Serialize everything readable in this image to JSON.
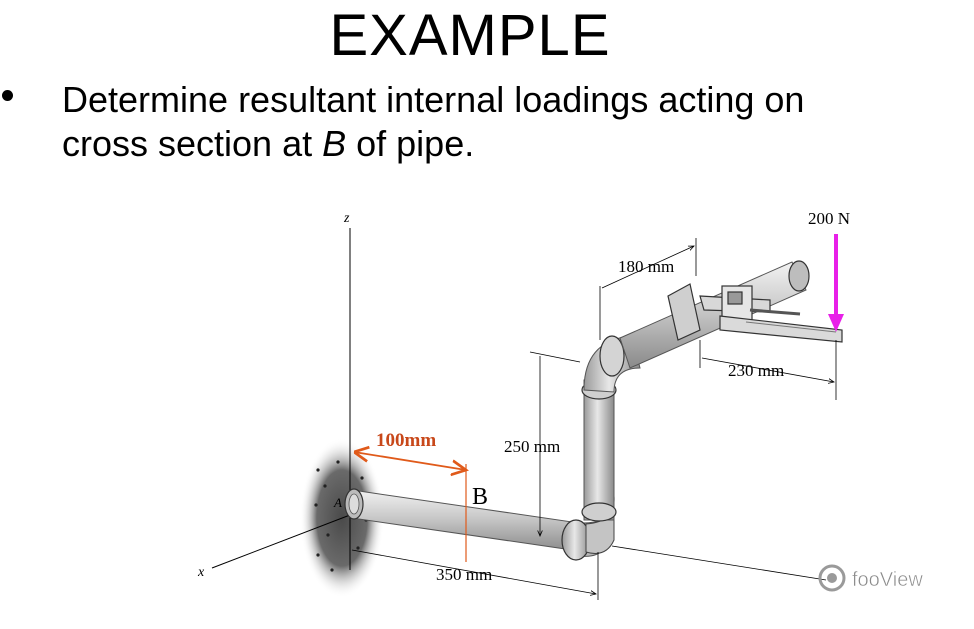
{
  "slide": {
    "title": "EXAMPLE",
    "bullet": {
      "line1": "Determine resultant internal loadings acting on",
      "line2_prefix": "cross section at ",
      "line2_italic": "B",
      "line2_suffix": " of pipe."
    }
  },
  "figure": {
    "axis_z": "z",
    "axis_x": "x",
    "point_a": "A",
    "section_b": "B",
    "dim_100": "100mm",
    "dim_250": "250 mm",
    "dim_350": "350 mm",
    "dim_180": "180 mm",
    "dim_230": "230 mm",
    "force": "200 N",
    "colors": {
      "force_arrow": "#e820e8",
      "dim_100": "#e05a1a",
      "pipe_fill": "#c8c8c8",
      "wall_shadow": "#6a6a6a"
    }
  },
  "watermark": {
    "text": "fooView",
    "icon": "fooview-logo-icon"
  }
}
